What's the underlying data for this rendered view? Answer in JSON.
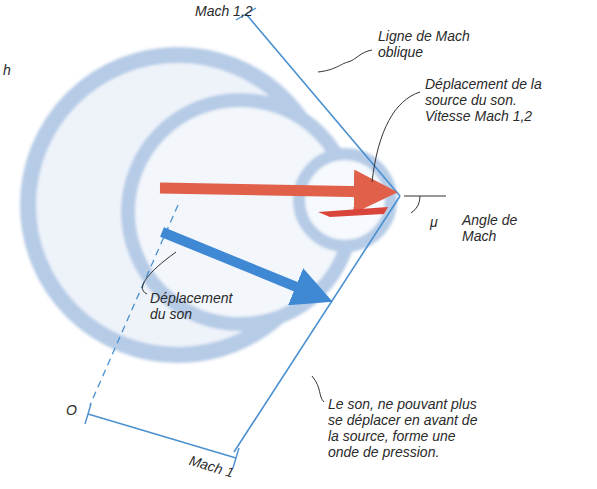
{
  "diagram": {
    "labels": [
      "Mach 1,2",
      "h",
      "Ligne de Mach oblique",
      "Déplacement de la source du son. Vitesse Mach 1,2",
      "μ",
      "Angle de Mach",
      "Déplacement du son",
      "Le son, ne pouvant plus se déplacer en avant de la source, forme une onde de pression.",
      "O",
      "Mach 1"
    ]
  }
}
